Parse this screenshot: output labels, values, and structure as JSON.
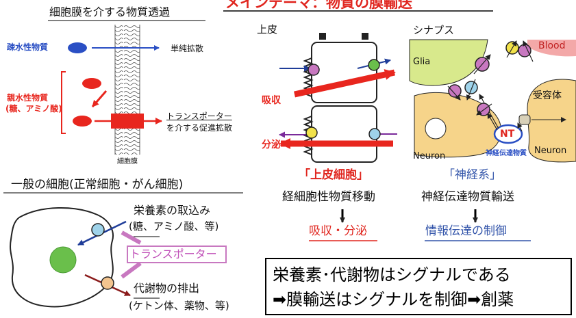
{
  "main_title": "メインテーマ：物質の膜輸送",
  "membrane_panel": {
    "title": "細胞膜を介する物質透過",
    "hydrophobic": "疎水性物質",
    "simple_diffusion": "単純拡散",
    "hydrophilic_line1": "親水性物質",
    "hydrophilic_line2": "(糖、アミノ酸)",
    "transporter_line1": "トランスポーター",
    "transporter_line2": "を介する促進拡散",
    "membrane_label": "細胞膜"
  },
  "general_cell_panel": {
    "title": "一般の細胞(正常細胞・がん細胞)",
    "nutrient_uptake_key": "栄養素",
    "nutrient_uptake_rest": "の取込み",
    "nutrient_examples": "(糖、アミノ酸、等)",
    "transporter_label": "トランスポーター",
    "metabolite_key": "代謝物",
    "metabolite_rest": "の排出",
    "metabolite_examples": "(ケトン体、薬物、等)"
  },
  "epithelium_panel": {
    "title": "上皮",
    "absorption": "吸収",
    "secretion": "分泌",
    "category": "「上皮細胞」",
    "description": "経細胞性物質移動",
    "result": "吸収・分泌"
  },
  "synapse_panel": {
    "title": "シナプス",
    "glia": "Glia",
    "blood": "Blood",
    "receptor": "受容体",
    "nt": "NT",
    "neurotransmitter": "神経伝達物質",
    "neuron_left": "Neuron",
    "neuron_right": "Neuron",
    "category": "「神経系」",
    "description": "神経伝達物質輸送",
    "result": "情報伝達の制御"
  },
  "summary_box": {
    "line1": "栄養素･代謝物はシグナルである",
    "line2": "➡膜輸送はシグナルを制御➡創薬"
  },
  "colors": {
    "hydrophobic_blue": "#2a4fc4",
    "hydrophilic_red": "#e8261e",
    "arrow_navy": "#1f3d99",
    "magenta": "#c878c0",
    "neuron_fill": "#f6d48a",
    "glia_fill": "#d8e98c",
    "result_red": "#e0261f",
    "result_blue": "#3355aa"
  }
}
